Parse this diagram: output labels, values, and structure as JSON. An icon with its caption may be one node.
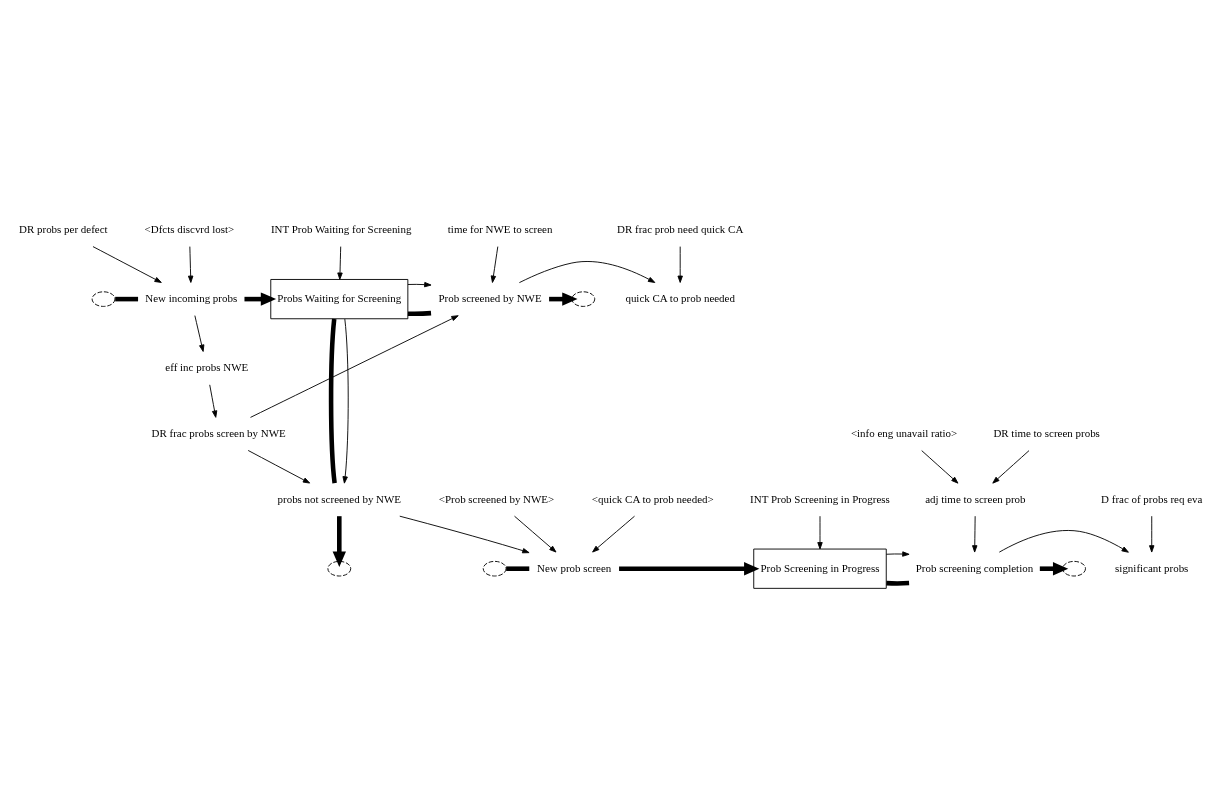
{
  "diagram": {
    "nodes": [
      {
        "text": [
          "INT Prob Waiting for Screening"
        ]
      },
      {
        "text": [
          "Probs Waiting for Screening"
        ]
      },
      {
        "text": [],
        "shape": "cloud"
      },
      {
        "text": [
          "New incoming probs"
        ]
      },
      {
        "text": [
          "Prob screened by NWE"
        ]
      },
      {
        "text": [],
        "shape": "cloud"
      },
      {
        "text": [
          "probs not screened by NWE"
        ]
      },
      {
        "text": [],
        "shape": "cloud"
      },
      {
        "text": [
          "DR frac prob need quick CA"
        ]
      },
      {
        "text": [
          "quick CA to prob needed"
        ]
      },
      {
        "text": [
          "<Dfcts discvrd lost>"
        ]
      },
      {
        "text": [
          "DR probs per defect"
        ]
      },
      {
        "text": [
          "DR frac probs screen by NWE"
        ]
      },
      {
        "text": [
          "time for NWE to screen"
        ]
      },
      {
        "text": [
          "eff inc probs NWE"
        ]
      },
      {
        "text": [],
        "shape": "cloud"
      },
      {
        "text": [
          "New prob screen"
        ]
      },
      {
        "text": [
          "Prob Screening in Progress"
        ]
      },
      {
        "text": [
          "Prob screening completion"
        ]
      },
      {
        "text": [],
        "shape": "cloud"
      },
      {
        "text": [
          "significant probs"
        ]
      },
      {
        "text": [
          "INT Prob Screening in Progress"
        ]
      },
      {
        "text": [
          "adj time to screen prob"
        ]
      },
      {
        "text": [
          "<Prob screened by NWE>"
        ]
      },
      {
        "text": [
          "<quick CA to prob needed>"
        ]
      },
      {
        "text": [
          "<info eng unavail ratio>"
        ]
      },
      {
        "text": [
          "DR time to screen probs"
        ]
      },
      {
        "text": [
          "D frac of probs req eva"
        ]
      }
    ],
    "edges": [
      {
        "from": 0,
        "to": 1,
        "arrow": "to"
      },
      {
        "from": 2,
        "to": 3,
        "arrow": "none",
        "style": "thick"
      },
      {
        "from": 3,
        "to": 1,
        "arrow": "to",
        "style": "thick"
      },
      {
        "from": 1,
        "to": 4,
        "arrow": "none",
        "style": "thick"
      },
      {
        "from": 4,
        "to": 5,
        "arrow": "to",
        "style": "thick"
      },
      {
        "from": 1,
        "to": 6,
        "arrow": "none",
        "style": "thick"
      },
      {
        "from": 6,
        "to": 7,
        "arrow": "to",
        "style": "thick"
      },
      {
        "from": 1,
        "to": 4,
        "arrow": "to"
      },
      {
        "from": 1,
        "to": 6,
        "arrow": "to"
      },
      {
        "from": 8,
        "to": 9,
        "arrow": "to"
      },
      {
        "from": 4,
        "to": 9,
        "arrow": "to"
      },
      {
        "from": 13,
        "to": 4,
        "arrow": "to"
      },
      {
        "from": 12,
        "to": 4,
        "arrow": "to"
      },
      {
        "from": 12,
        "to": 6,
        "arrow": "to"
      },
      {
        "from": 14,
        "to": 12,
        "arrow": "to"
      },
      {
        "from": 3,
        "to": 14,
        "arrow": "to"
      },
      {
        "from": 10,
        "to": 3,
        "arrow": "to"
      },
      {
        "from": 11,
        "to": 3,
        "arrow": "to"
      },
      {
        "from": 6,
        "to": 16,
        "arrow": "to"
      },
      {
        "from": 15,
        "to": 16,
        "arrow": "none",
        "style": "thick"
      },
      {
        "from": 16,
        "to": 17,
        "arrow": "to",
        "style": "thick"
      },
      {
        "from": 17,
        "to": 18,
        "arrow": "none",
        "style": "thick"
      },
      {
        "from": 18,
        "to": 19,
        "arrow": "to",
        "style": "thick"
      },
      {
        "from": 17,
        "to": 18,
        "arrow": "to"
      },
      {
        "from": 21,
        "to": 17,
        "arrow": "to"
      },
      {
        "from": 22,
        "to": 18,
        "arrow": "to"
      },
      {
        "from": 18,
        "to": 20,
        "arrow": "to"
      },
      {
        "from": 27,
        "to": 20,
        "arrow": "to"
      },
      {
        "from": 23,
        "to": 16,
        "arrow": "to"
      },
      {
        "from": 24,
        "to": 16,
        "arrow": "to"
      },
      {
        "from": 25,
        "to": 22,
        "arrow": "to"
      },
      {
        "from": 26,
        "to": 22,
        "arrow": "to"
      }
    ]
  }
}
